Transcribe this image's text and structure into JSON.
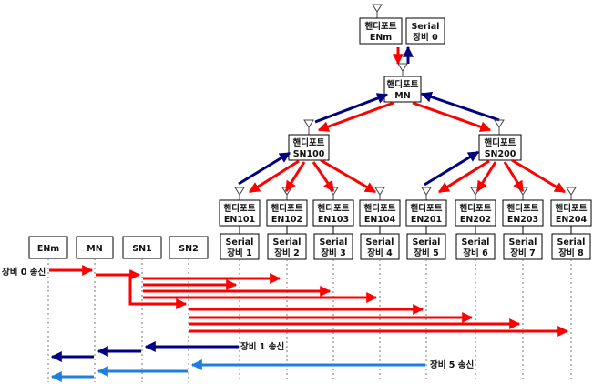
{
  "colors": {
    "red": "#ff0000",
    "navy": "#000080",
    "blue": "#1e7fe0"
  },
  "top": {
    "node": [
      "핸디포트",
      "ENm"
    ],
    "serial": [
      "Serial",
      "장비 0"
    ]
  },
  "mn": [
    "핸디포트",
    "MN"
  ],
  "sn": [
    [
      "핸디포트",
      "SN100"
    ],
    [
      "핸디포트",
      "SN200"
    ]
  ],
  "en": [
    {
      "node": [
        "핸디포트",
        "EN101"
      ],
      "serial": [
        "Serial",
        "장비 1"
      ]
    },
    {
      "node": [
        "핸디포트",
        "EN102"
      ],
      "serial": [
        "Serial",
        "장비 2"
      ]
    },
    {
      "node": [
        "핸디포트",
        "EN103"
      ],
      "serial": [
        "Serial",
        "장비 3"
      ]
    },
    {
      "node": [
        "핸디포트",
        "EN104"
      ],
      "serial": [
        "Serial",
        "장비 4"
      ]
    },
    {
      "node": [
        "핸디포트",
        "EN201"
      ],
      "serial": [
        "Serial",
        "장비 5"
      ]
    },
    {
      "node": [
        "핸디포트",
        "EN202"
      ],
      "serial": [
        "Serial",
        "장비 6"
      ]
    },
    {
      "node": [
        "핸디포트",
        "EN203"
      ],
      "serial": [
        "Serial",
        "장비 7"
      ]
    },
    {
      "node": [
        "핸디포트",
        "EN204"
      ],
      "serial": [
        "Serial",
        "장비 8"
      ]
    }
  ],
  "timeline": {
    "headers": [
      "ENm",
      "MN",
      "SN1",
      "SN2"
    ],
    "notes": [
      "장비 0 송신",
      "장비 1 송신",
      "장비 5 송신"
    ]
  }
}
